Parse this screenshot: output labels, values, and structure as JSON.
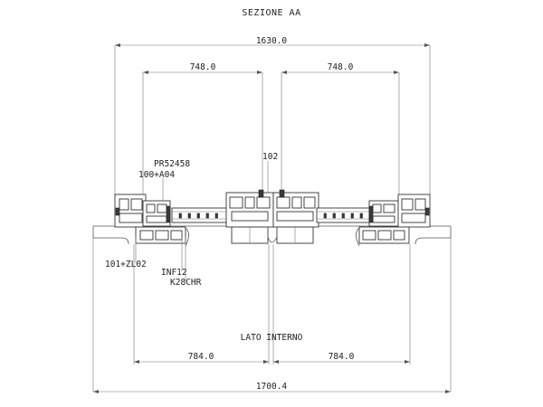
{
  "title": "SEZIONE AA",
  "dimensions": {
    "top_total": "1630.0",
    "top_left": "748.0",
    "top_right": "748.0",
    "bottom_left": "784.0",
    "bottom_right": "784.0",
    "bottom_total": "1700.4"
  },
  "labels": {
    "pr_code": "PR52458",
    "code_100": "100+A04",
    "code_102": "102",
    "code_101": "101+ZL02",
    "inf12": "INF12",
    "k28chr": "K28CHR",
    "lato_interno": "LATO INTERNO"
  }
}
